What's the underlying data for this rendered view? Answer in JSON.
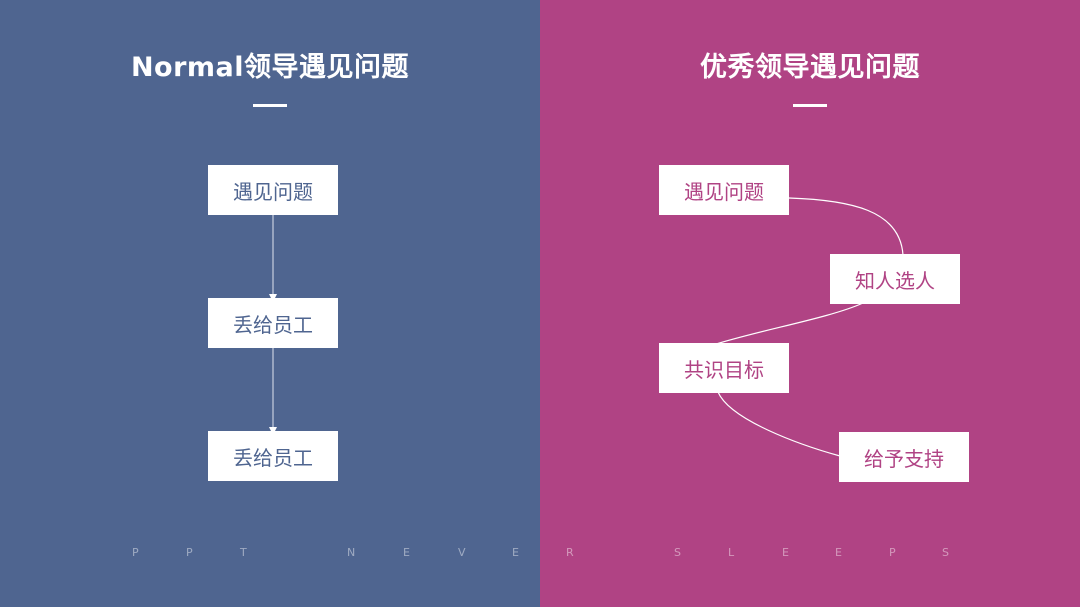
{
  "left": {
    "title": "Normal领导遇见问题",
    "color": "#4f6590",
    "steps": [
      "遇见问题",
      "丢给员工",
      "丢给员工"
    ]
  },
  "right": {
    "title": "优秀领导遇见问题",
    "color": "#b04384",
    "steps": [
      "遇见问题",
      "知人选人",
      "共识目标",
      "给予支持"
    ]
  },
  "footer": {
    "letters": [
      "P",
      "P",
      "T",
      "N",
      "E",
      "V",
      "E",
      "R",
      "S",
      "L",
      "E",
      "E",
      "P",
      "S"
    ]
  }
}
